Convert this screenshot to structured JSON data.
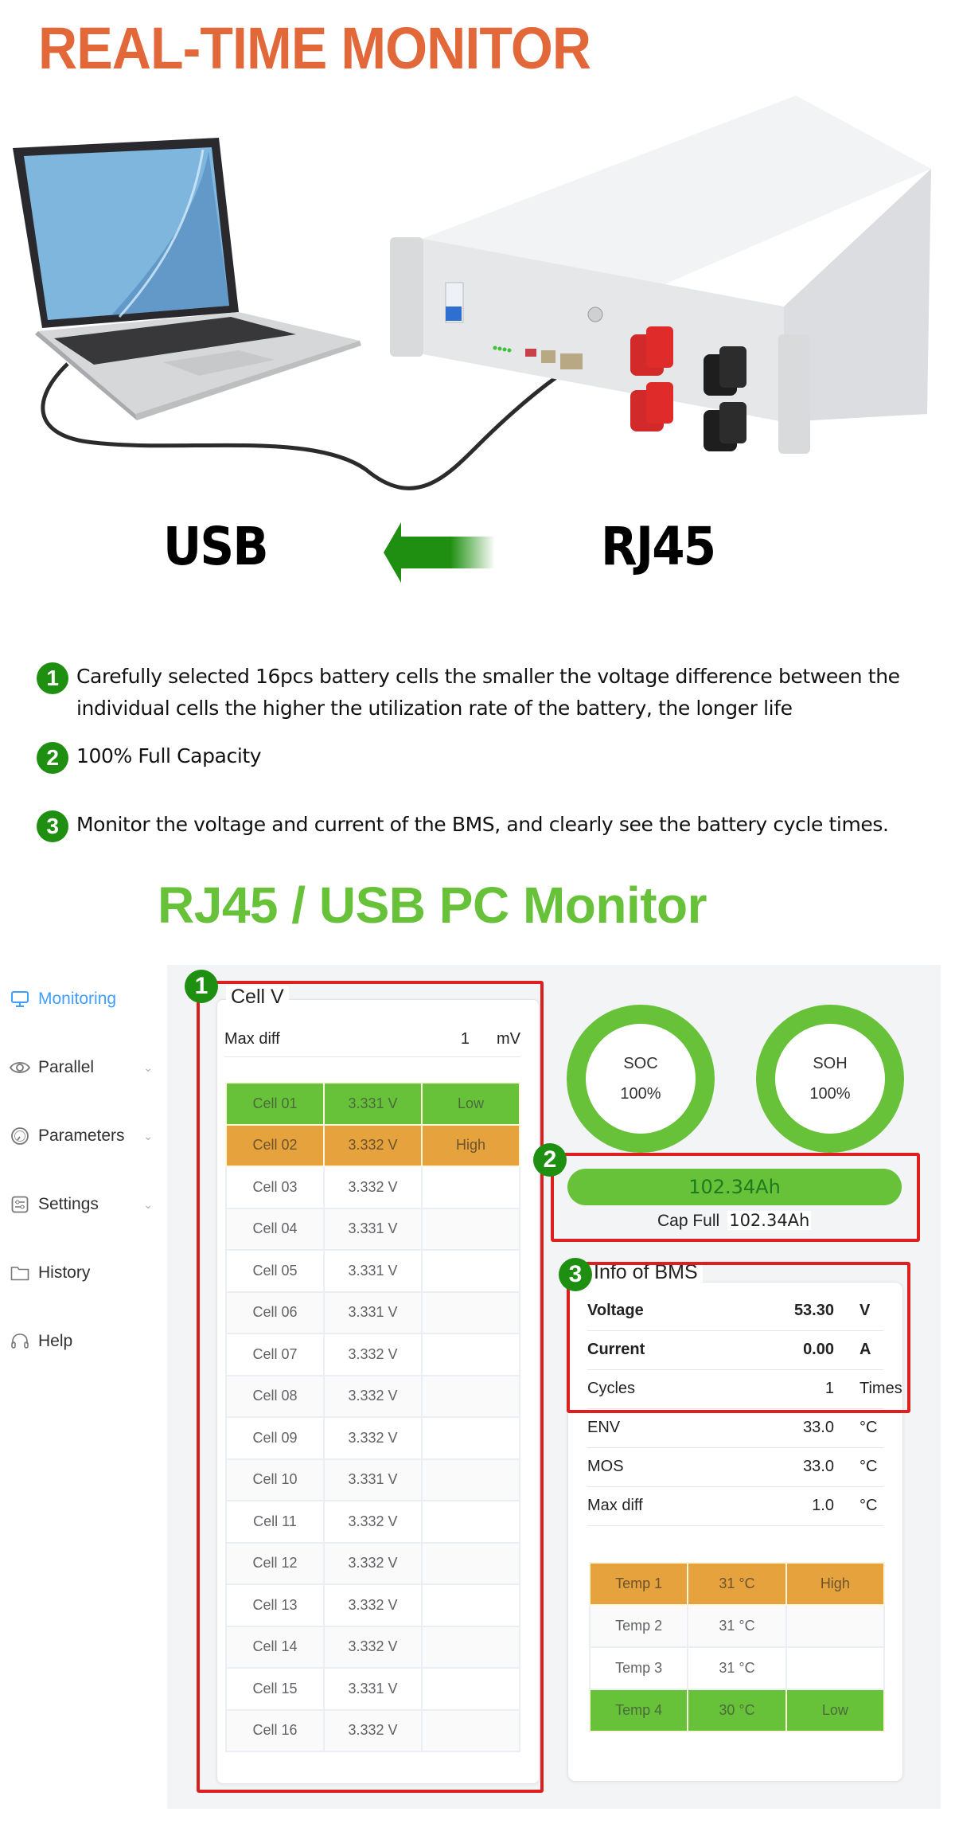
{
  "headline": "REAL-TIME MONITOR",
  "connection": {
    "left_label": "USB",
    "right_label": "RJ45",
    "arrow_direction": "left",
    "arrow_color": "#1e8f10"
  },
  "features": [
    {
      "num": "1",
      "text": "Carefully selected 16pcs battery cells the smaller the voltage difference between the individual cells the higher the utilization rate of the battery, the longer life"
    },
    {
      "num": "2",
      "text": "100% Full Capacity"
    },
    {
      "num": "3",
      "text": "Monitor the voltage and current of the BMS, and clearly see the battery cycle times."
    }
  ],
  "subtitle": "RJ45 / USB PC Monitor",
  "sidebar": {
    "items": [
      {
        "label": "Monitoring",
        "icon": "monitor-icon",
        "active": true,
        "expandable": false
      },
      {
        "label": "Parallel",
        "icon": "eye-icon",
        "active": false,
        "expandable": true
      },
      {
        "label": "Parameters",
        "icon": "gauge-icon",
        "active": false,
        "expandable": true
      },
      {
        "label": "Settings",
        "icon": "sliders-icon",
        "active": false,
        "expandable": true
      },
      {
        "label": "History",
        "icon": "folder-icon",
        "active": false,
        "expandable": false
      },
      {
        "label": "Help",
        "icon": "headset-icon",
        "active": false,
        "expandable": false
      }
    ]
  },
  "cell_panel": {
    "badge": "1",
    "title": "Cell V",
    "max_diff": {
      "label": "Max diff",
      "value": "1",
      "unit": "mV"
    },
    "cells": [
      {
        "name": "Cell 01",
        "voltage": "3.331 V",
        "flag": "Low"
      },
      {
        "name": "Cell 02",
        "voltage": "3.332 V",
        "flag": "High"
      },
      {
        "name": "Cell 03",
        "voltage": "3.332 V",
        "flag": ""
      },
      {
        "name": "Cell 04",
        "voltage": "3.331 V",
        "flag": ""
      },
      {
        "name": "Cell 05",
        "voltage": "3.331 V",
        "flag": ""
      },
      {
        "name": "Cell 06",
        "voltage": "3.331 V",
        "flag": ""
      },
      {
        "name": "Cell 07",
        "voltage": "3.332 V",
        "flag": ""
      },
      {
        "name": "Cell 08",
        "voltage": "3.332 V",
        "flag": ""
      },
      {
        "name": "Cell 09",
        "voltage": "3.332 V",
        "flag": ""
      },
      {
        "name": "Cell 10",
        "voltage": "3.331 V",
        "flag": ""
      },
      {
        "name": "Cell 11",
        "voltage": "3.332 V",
        "flag": ""
      },
      {
        "name": "Cell 12",
        "voltage": "3.332 V",
        "flag": ""
      },
      {
        "name": "Cell 13",
        "voltage": "3.332 V",
        "flag": ""
      },
      {
        "name": "Cell 14",
        "voltage": "3.332 V",
        "flag": ""
      },
      {
        "name": "Cell 15",
        "voltage": "3.331 V",
        "flag": ""
      },
      {
        "name": "Cell 16",
        "voltage": "3.332 V",
        "flag": ""
      }
    ]
  },
  "gauges": {
    "soc": {
      "label": "SOC",
      "value": "100%"
    },
    "soh": {
      "label": "SOH",
      "value": "100%"
    }
  },
  "capacity": {
    "badge": "2",
    "bar_value": "102.34Ah",
    "full_label": "Cap Full",
    "full_value": "102.34Ah"
  },
  "bms": {
    "badge": "3",
    "title": "Info of BMS",
    "rows": [
      {
        "label": "Voltage",
        "value": "53.30",
        "unit": "V",
        "bold": true
      },
      {
        "label": "Current",
        "value": "0.00",
        "unit": "A",
        "bold": true
      },
      {
        "label": "Cycles",
        "value": "1",
        "unit": "Times",
        "bold": false
      },
      {
        "label": "ENV",
        "value": "33.0",
        "unit": "°C",
        "bold": false
      },
      {
        "label": "MOS",
        "value": "33.0",
        "unit": "°C",
        "bold": false
      },
      {
        "label": "Max diff",
        "value": "1.0",
        "unit": "°C",
        "bold": false
      }
    ],
    "temps": [
      {
        "name": "Temp 1",
        "value": "31 °C",
        "flag": "High"
      },
      {
        "name": "Temp 2",
        "value": "31 °C",
        "flag": ""
      },
      {
        "name": "Temp 3",
        "value": "31 °C",
        "flag": ""
      },
      {
        "name": "Temp 4",
        "value": "30 °C",
        "flag": "Low"
      }
    ]
  },
  "colors": {
    "headline": "#e2683a",
    "subtitle": "#67c23a",
    "ok_green": "#67c23a",
    "warn_orange": "#e6a23c",
    "highlight_red": "#dd1f1f",
    "badge_green": "#1e8f10",
    "active_nav": "#409eff"
  }
}
